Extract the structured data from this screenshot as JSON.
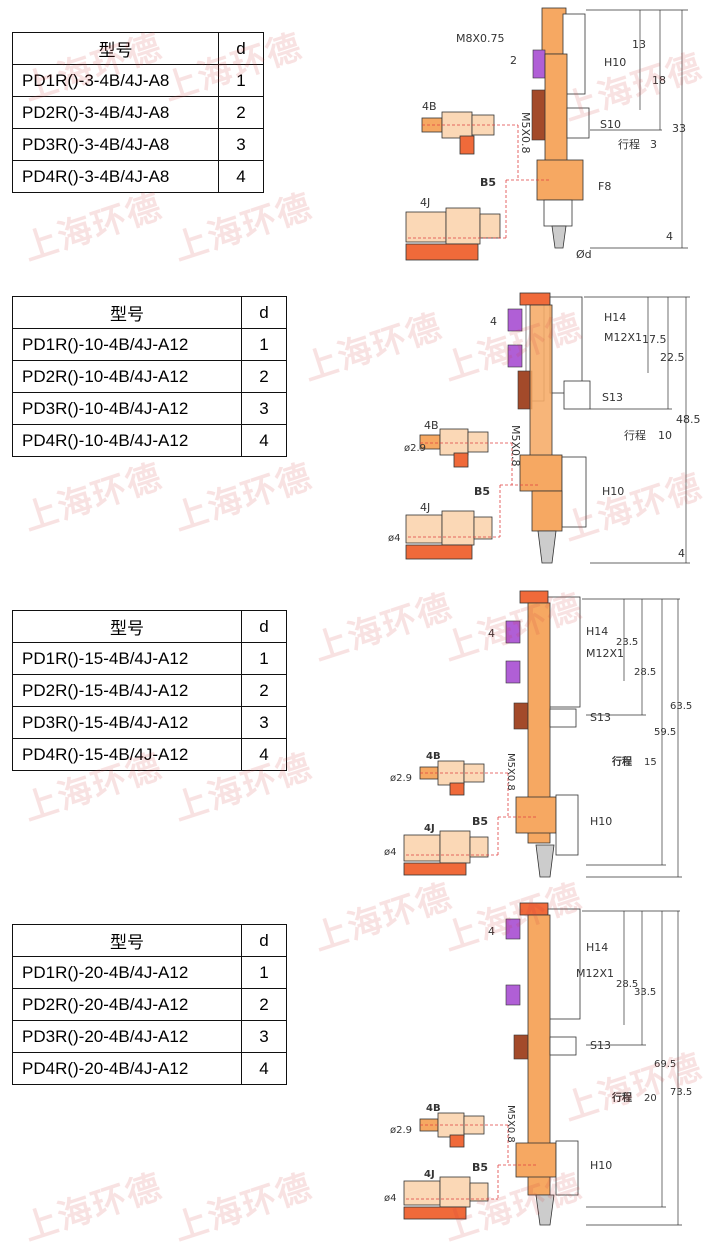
{
  "colors": {
    "body": "#f6a862",
    "cap": "#f06a3a",
    "nut": "#a34a2a",
    "spring": "#b05fd6",
    "dimension": "#333333",
    "dashed": "#e04040",
    "watermark": "#d23b3b"
  },
  "watermark_text": "上海环德",
  "sections": [
    {
      "table": {
        "header_model": "型号",
        "header_d": "d",
        "rows": [
          {
            "model": "PD1R()-3-4B/4J-A8",
            "d": "1"
          },
          {
            "model": "PD2R()-3-4B/4J-A8",
            "d": "2"
          },
          {
            "model": "PD3R()-3-4B/4J-A8",
            "d": "3"
          },
          {
            "model": "PD4R()-3-4B/4J-A8",
            "d": "4"
          }
        ]
      },
      "drawing": {
        "thread_top": "M8X0.75",
        "hex_top": "H10",
        "nut": "S10",
        "hex_bottom": "F8",
        "port_thread": "M5X0.8",
        "port": "B5",
        "stroke_label": "行程",
        "stroke": "3",
        "dim_a": "13",
        "dim_b": "18",
        "dim_total": "33",
        "dim_tip": "4",
        "dim_side": "2",
        "tip_label": "Ød",
        "fitting_b": "4B",
        "fitting_j": "4J",
        "dia_b": "",
        "dia_j": ""
      }
    },
    {
      "table": {
        "header_model": "型号",
        "header_d": "d",
        "rows": [
          {
            "model": "PD1R()-10-4B/4J-A12",
            "d": "1"
          },
          {
            "model": "PD2R()-10-4B/4J-A12",
            "d": "2"
          },
          {
            "model": "PD3R()-10-4B/4J-A12",
            "d": "3"
          },
          {
            "model": "PD4R()-10-4B/4J-A12",
            "d": "4"
          }
        ]
      },
      "drawing": {
        "thread_top": "M12X1",
        "hex_top": "H14",
        "nut": "S13",
        "hex_bottom": "H10",
        "port_thread": "M5X0.8",
        "port": "B5",
        "stroke_label": "行程",
        "stroke": "10",
        "dim_a": "17.5",
        "dim_b": "22.5",
        "dim_total": "48.5",
        "dim_tip": "4",
        "dim_side": "4",
        "tip_label": "",
        "fitting_b": "4B",
        "fitting_j": "4J",
        "dia_b": "ø2.9",
        "dia_j": "ø4"
      }
    },
    {
      "table": {
        "header_model": "型号",
        "header_d": "d",
        "rows": [
          {
            "model": "PD1R()-15-4B/4J-A12",
            "d": "1"
          },
          {
            "model": "PD2R()-15-4B/4J-A12",
            "d": "2"
          },
          {
            "model": "PD3R()-15-4B/4J-A12",
            "d": "3"
          },
          {
            "model": "PD4R()-15-4B/4J-A12",
            "d": "4"
          }
        ]
      },
      "drawing": {
        "thread_top": "M12X1",
        "hex_top": "H14",
        "nut": "S13",
        "hex_bottom": "H10",
        "port_thread": "M5X0.8",
        "port": "B5",
        "stroke_label": "行程",
        "stroke": "15",
        "dim_a": "23.5",
        "dim_b": "28.5",
        "dim_total": "59.5",
        "dim_tip": "63.5",
        "dim_side": "4",
        "tip_label": "",
        "fitting_b": "4B",
        "fitting_j": "4J",
        "dia_b": "ø2.9",
        "dia_j": "ø4"
      }
    },
    {
      "table": {
        "header_model": "型号",
        "header_d": "d",
        "rows": [
          {
            "model": "PD1R()-20-4B/4J-A12",
            "d": "1"
          },
          {
            "model": "PD2R()-20-4B/4J-A12",
            "d": "2"
          },
          {
            "model": "PD3R()-20-4B/4J-A12",
            "d": "3"
          },
          {
            "model": "PD4R()-20-4B/4J-A12",
            "d": "4"
          }
        ]
      },
      "drawing": {
        "thread_top": "M12X1",
        "hex_top": "H14",
        "nut": "S13",
        "hex_bottom": "H10",
        "port_thread": "M5X0.8",
        "port": "B5",
        "stroke_label": "行程",
        "stroke": "20",
        "dim_a": "28.5",
        "dim_b": "33.5",
        "dim_total": "69.5",
        "dim_tip": "73.5",
        "dim_side": "4",
        "tip_label": "",
        "fitting_b": "4B",
        "fitting_j": "4J",
        "dia_b": "ø2.9",
        "dia_j": "ø4"
      }
    }
  ]
}
